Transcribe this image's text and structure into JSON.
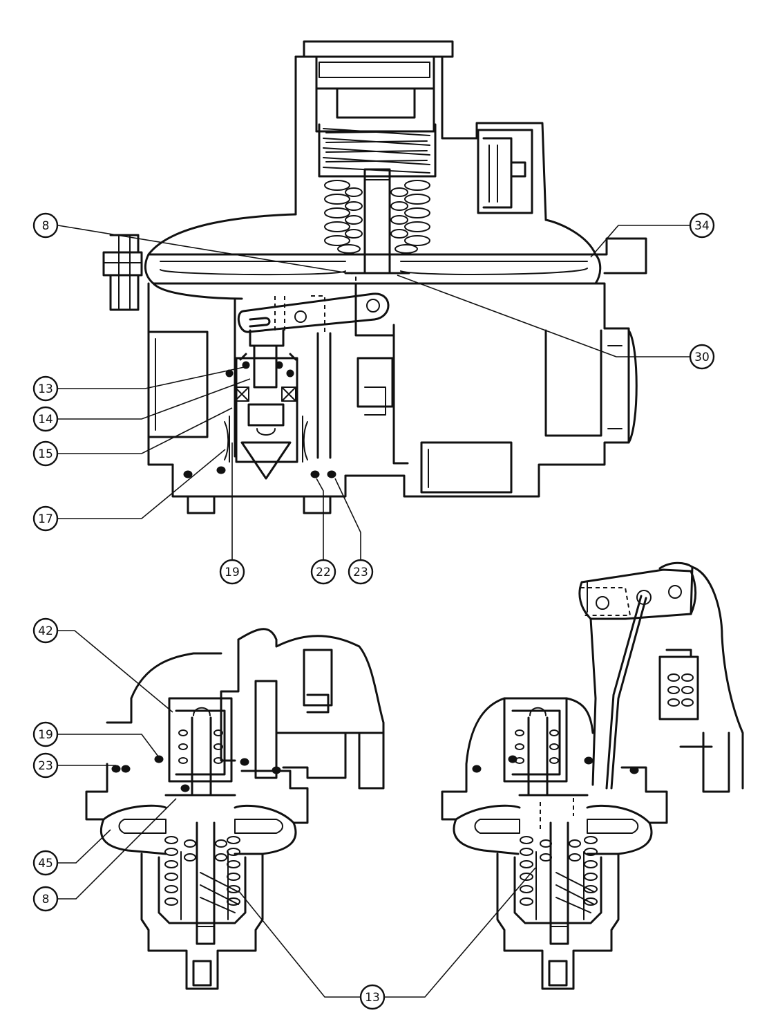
{
  "callouts": {
    "top": [
      "8",
      "34",
      "30",
      "13",
      "14",
      "15",
      "17",
      "19",
      "22",
      "23"
    ],
    "bottom_left": [
      "42",
      "19",
      "23",
      "45",
      "8"
    ],
    "bottom_shared": "13"
  }
}
